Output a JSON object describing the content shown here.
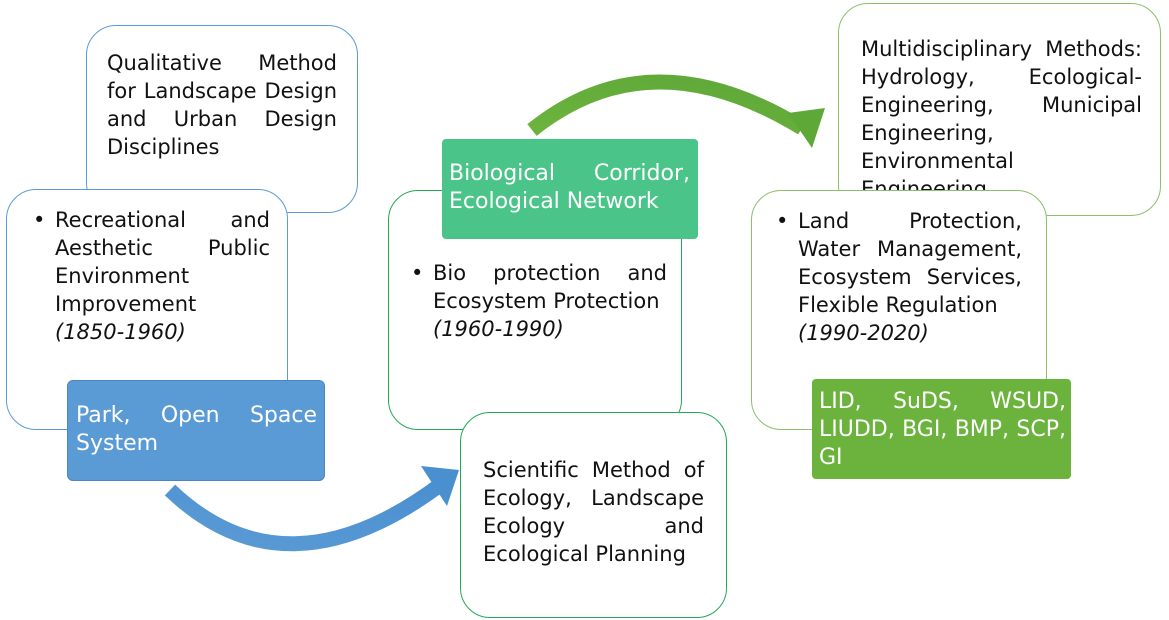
{
  "stage1": {
    "method": "Qualitative Method for Landscape Design and Urban Design Disciplines",
    "bullet": "Recreational and Aesthetic Public Environment Improvement",
    "years": "(1850-1960)",
    "label": "Park, Open Space System"
  },
  "stage2": {
    "label": "Biological Corridor, Ecological Network",
    "bullet": "Bio protection and Ecosystem Protection",
    "years": "(1960-1990)",
    "method": "Scientific Method of Ecology, Landscape Ecology and Ecological Planning"
  },
  "stage3": {
    "method": "Multidisciplinary Methods: Hydrology, Ecological-Engineering, Municipal Engineering, Environmental Engineering",
    "bullet": "Land Protection, Water Management, Ecosystem Services, Flexible Regulation",
    "years": "(1990-2020)",
    "label": "LID, SuDS, WSUD, LIUDD, BGI, BMP, SCP, GI"
  },
  "colors": {
    "blue": "#5b9bd5",
    "blue_label": "#5b9bd5",
    "teal_label": "#4bc48a",
    "green": "#21a957",
    "light_green": "#8cc06a",
    "green_label": "#6cb33e",
    "arrow_blue": "#5b9bd5",
    "arrow_green": "#6cb33e"
  }
}
